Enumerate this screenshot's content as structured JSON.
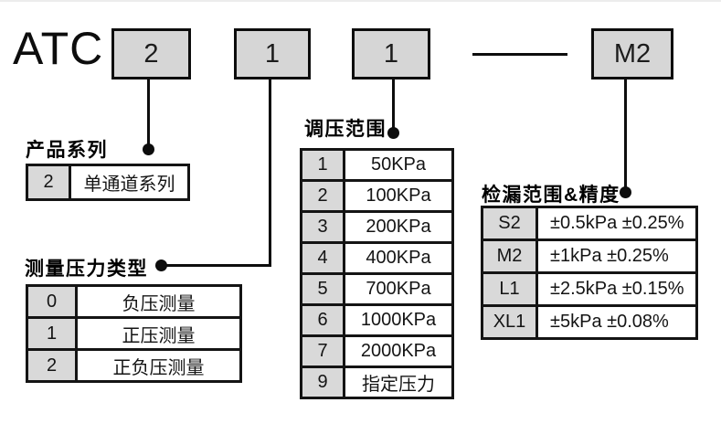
{
  "product_code": {
    "prefix": "ATC",
    "segments": [
      {
        "value": "2"
      },
      {
        "value": "1"
      },
      {
        "value": "1"
      },
      {
        "value": "M2"
      }
    ]
  },
  "tables": {
    "series": {
      "title": "产品系列",
      "rows": [
        {
          "code": "2",
          "desc": "单通道系列"
        }
      ]
    },
    "pressure_type": {
      "title": "测量压力类型",
      "rows": [
        {
          "code": "0",
          "desc": "负压测量"
        },
        {
          "code": "1",
          "desc": "正压测量"
        },
        {
          "code": "2",
          "desc": "正负压测量"
        }
      ]
    },
    "regulation_range": {
      "title": "调压范围",
      "rows": [
        {
          "code": "1",
          "desc": "50KPa"
        },
        {
          "code": "2",
          "desc": "100KPa"
        },
        {
          "code": "3",
          "desc": "200KPa"
        },
        {
          "code": "4",
          "desc": "400KPa"
        },
        {
          "code": "5",
          "desc": "700KPa"
        },
        {
          "code": "6",
          "desc": "1000KPa"
        },
        {
          "code": "7",
          "desc": "2000KPa"
        },
        {
          "code": "9",
          "desc": "指定压力"
        }
      ]
    },
    "leak_range": {
      "title": "检漏范围&精度",
      "rows": [
        {
          "code": "S2",
          "desc": "±0.5kPa ±0.25%"
        },
        {
          "code": "M2",
          "desc": "±1kPa ±0.25%"
        },
        {
          "code": "L1",
          "desc": "±2.5kPa ±0.15%"
        },
        {
          "code": "XL1",
          "desc": "±5kPa ±0.08%"
        }
      ]
    }
  },
  "colors": {
    "background": "#ffffff",
    "box_fill": "#d6d6d6",
    "code_cell_fill": "#d9d9d9",
    "line": "#0d0d0d"
  }
}
